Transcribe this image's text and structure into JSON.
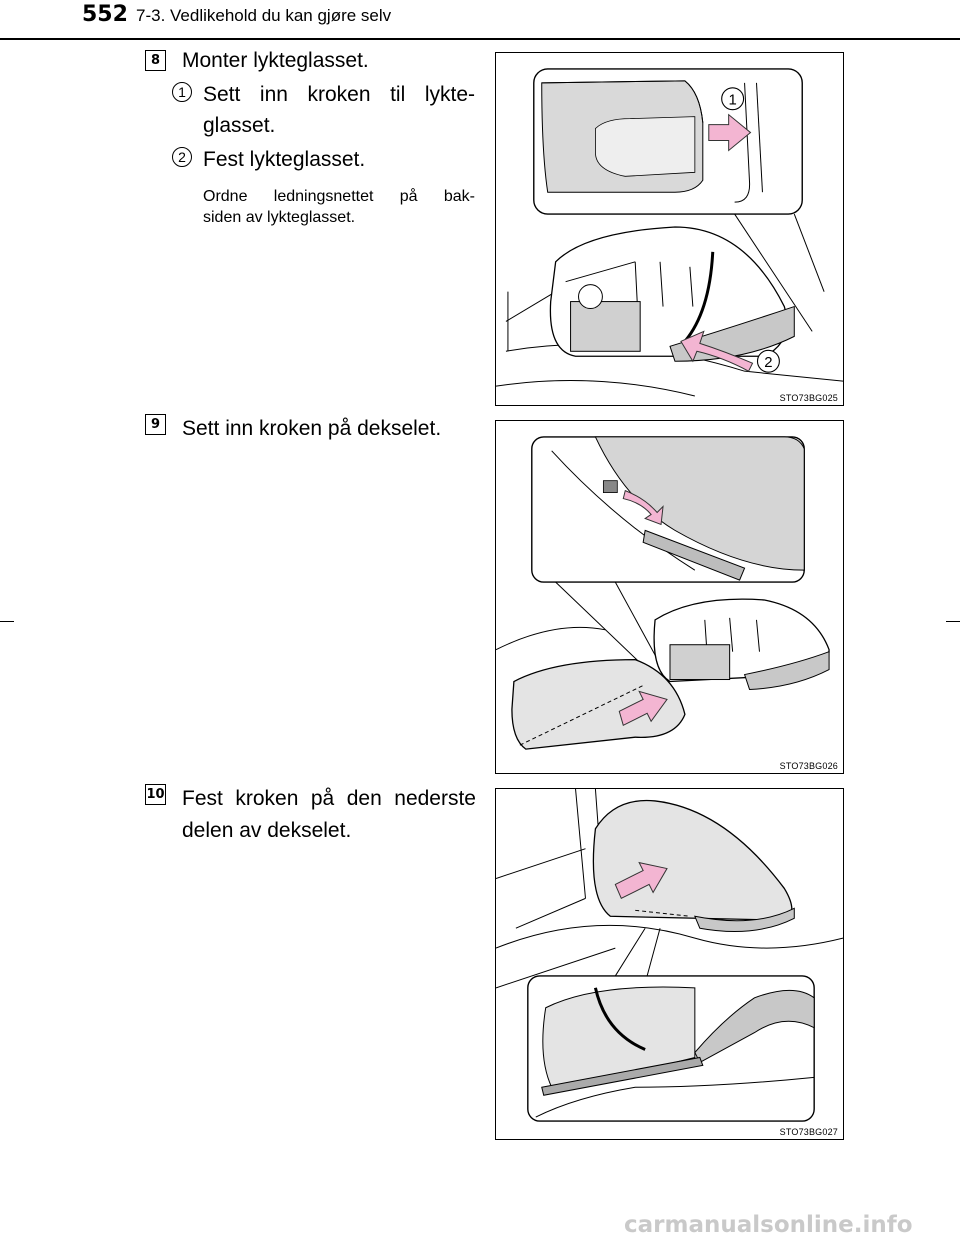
{
  "header": {
    "page_number": "552",
    "section_title": "7-3. Vedlikehold du kan gjøre selv"
  },
  "steps": [
    {
      "number": "8",
      "text": "Monter lykteglasset.",
      "substeps": [
        {
          "number": "1",
          "text_line1": "Sett inn kroken til lykte-",
          "text_line2": "glasset."
        },
        {
          "number": "2",
          "text_line1": "Fest lykteglasset."
        }
      ],
      "note_line1": "Ordne ledningsnettet på bak-",
      "note_line2": "siden av lykteglasset.",
      "figure": {
        "code": "STO73BG025",
        "callout_1": "1",
        "callout_2": "2"
      }
    },
    {
      "number": "9",
      "text": "Sett inn kroken på dekselet.",
      "figure": {
        "code": "STO73BG026"
      }
    },
    {
      "number": "10",
      "text_line1": "Fest kroken på den nederste",
      "text_line2": "delen av dekselet.",
      "figure": {
        "code": "STO73BG027"
      }
    }
  ],
  "footer": {
    "watermark": "carmanualsonline.info"
  },
  "colors": {
    "arrow_pink": "#f3b5d2",
    "arrow_edge": "#333333",
    "cover_gray": "#e4e4e4",
    "panel_gray": "#d0d0d0"
  }
}
